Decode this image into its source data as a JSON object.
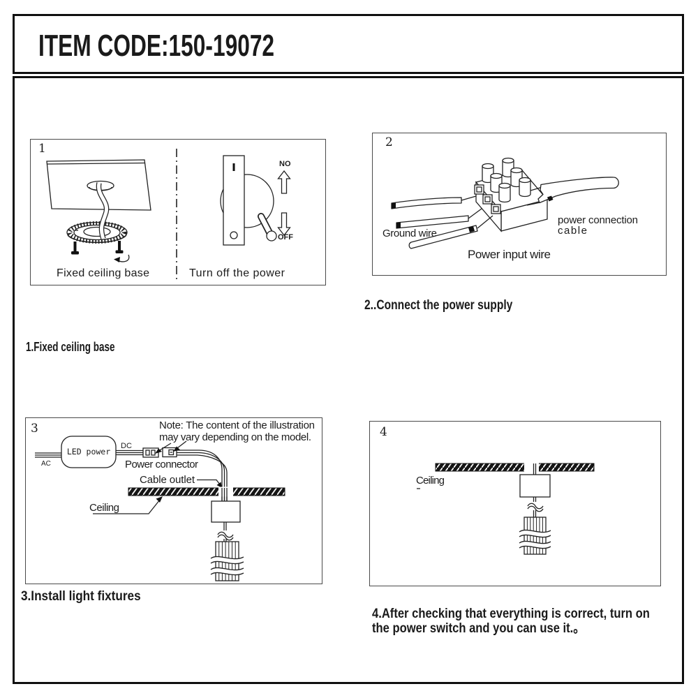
{
  "header": {
    "title": "ITEM CODE:150-19072"
  },
  "step1": {
    "label": "1.Fixed ceiling base"
  },
  "panel1": {
    "number": "1",
    "fixed_base_label": "Fixed ceiling base",
    "turn_off_label": "Turn off the power",
    "on_label": "NO",
    "off_label": "OFF"
  },
  "panel2": {
    "number": "2",
    "ground_wire_label": "Ground wire",
    "power_connection_label_line1": "power connection",
    "power_connection_label_line2": "cable",
    "power_input_label": "Power input wire",
    "caption": "2..Connect the power supply"
  },
  "panel3": {
    "number": "3",
    "note_line1": "Note: The content of the illustration",
    "note_line2": "may vary depending on the model.",
    "led_power_label": "LED power",
    "ac_label": "AC",
    "dc_label": "DC",
    "power_connector_label": "Power connector",
    "cable_outlet_label": "Cable  outlet",
    "ceiling_label": "Ceiling",
    "caption": "3.Install light fixtures"
  },
  "panel4": {
    "number": "4",
    "ceiling_label": "Ceiling",
    "caption_line1": "4.After checking that everything is correct, turn on",
    "caption_line2": "the power switch and you can use it.。"
  }
}
